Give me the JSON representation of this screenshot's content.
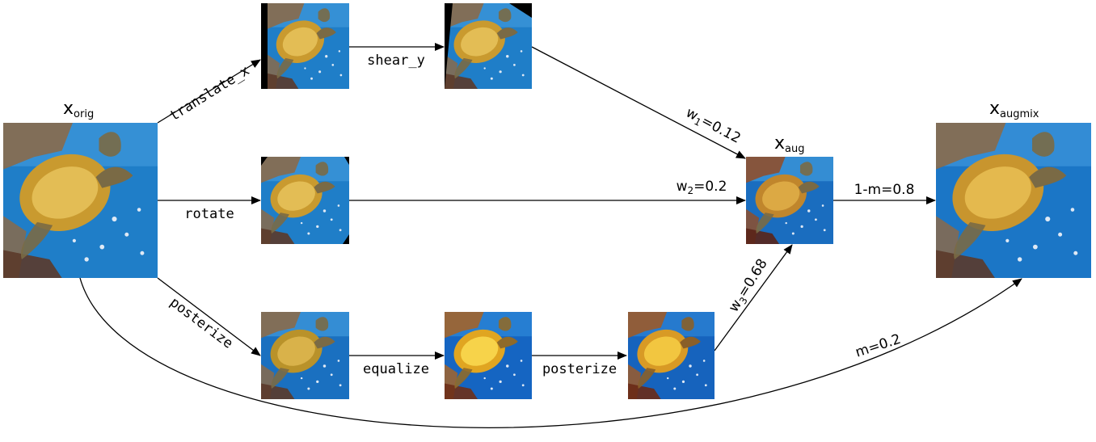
{
  "nodes": {
    "orig": {
      "label": "x",
      "sub": "orig"
    },
    "aug": {
      "label": "x",
      "sub": "aug"
    },
    "augmix": {
      "label": "x",
      "sub": "augmix"
    }
  },
  "ops": {
    "translate_x": "translate_x",
    "shear_y": "shear_y",
    "rotate": "rotate",
    "posterize_1": "posterize",
    "equalize": "equalize",
    "posterize_2": "posterize"
  },
  "weights": {
    "w1": {
      "symbol": "w",
      "index": "1",
      "value": "=0.12"
    },
    "w2": {
      "symbol": "w",
      "index": "2",
      "value": "=0.2"
    },
    "w3": {
      "symbol": "w",
      "index": "3",
      "value": "=0.68"
    },
    "one_minus_m": "1-m=0.8",
    "m": "m=0.2"
  }
}
